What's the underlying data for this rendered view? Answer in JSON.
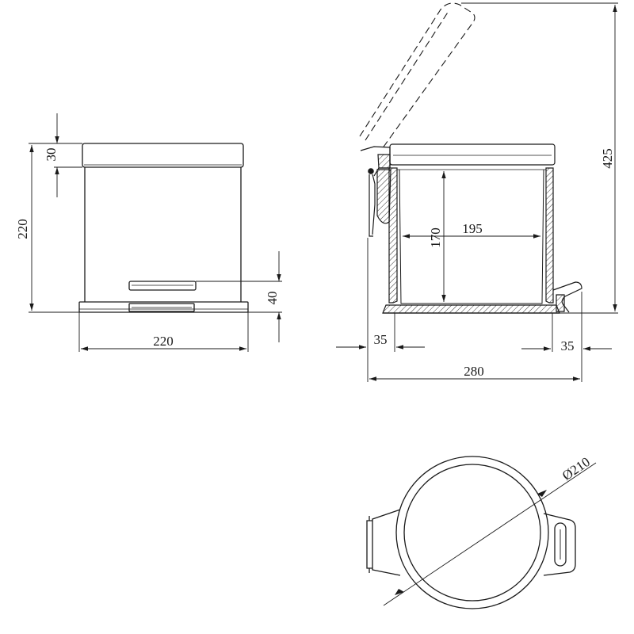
{
  "front_view": {
    "overall_width": "220",
    "overall_height": "220",
    "lid_height": "30",
    "pedal_height": "40"
  },
  "side_view": {
    "total_height_lid_open": "425",
    "inner_width": "195",
    "inner_height": "170",
    "rear_offset": "35",
    "pedal_offset": "35",
    "overall_depth": "280"
  },
  "top_view": {
    "diameter": "Ø210"
  },
  "colors": {
    "line": "#1a1a1a",
    "background": "#ffffff"
  }
}
